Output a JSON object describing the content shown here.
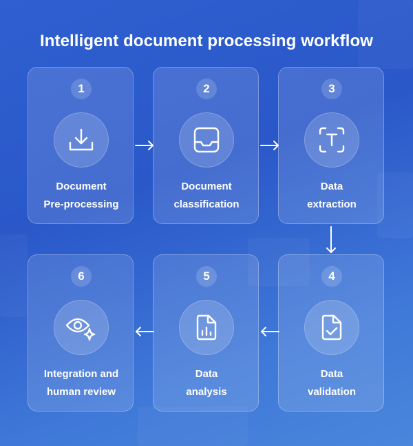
{
  "title": "Intelligent document processing workflow",
  "colors": {
    "background_start": "#2f5fd0",
    "background_end": "#4a86dc",
    "text": "#ffffff"
  },
  "steps": [
    {
      "number": "1",
      "line1": "Document",
      "line2": "Pre-processing",
      "icon": "download-tray-icon"
    },
    {
      "number": "2",
      "line1": "Document",
      "line2": "classification",
      "icon": "inbox-tray-icon"
    },
    {
      "number": "3",
      "line1": "Data",
      "line2": "extraction",
      "icon": "text-scan-icon"
    },
    {
      "number": "4",
      "line1": "Data",
      "line2": "validation",
      "icon": "document-check-icon"
    },
    {
      "number": "5",
      "line1": "Data",
      "line2": "analysis",
      "icon": "document-chart-icon"
    },
    {
      "number": "6",
      "line1": "Integration and",
      "line2": "human review",
      "icon": "eye-sparkle-icon"
    }
  ]
}
